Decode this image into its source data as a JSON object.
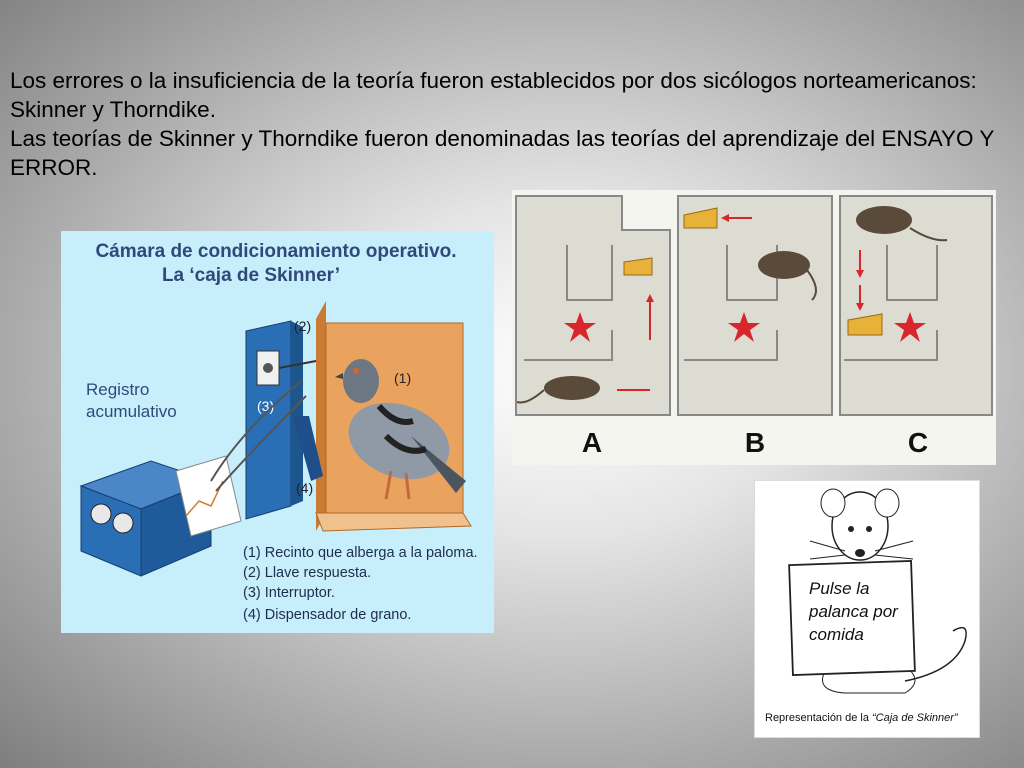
{
  "slide": {
    "paragraphs": [
      "Los errores o la insuficiencia de la teoría fueron establecidos por dos sicólogos norteamericanos: Skinner y Thorndike.",
      "Las teorías de Skinner y Thorndike fueron  denominadas las teorías del aprendizaje del ENSAYO Y ERROR."
    ]
  },
  "skinner_box": {
    "title_line1": "Cámara de condicionamiento operativo.",
    "title_line2": "La ‘caja de Skinner’",
    "registro_line1": "Registro",
    "registro_line2": "acumulativo",
    "markers": [
      "(1)",
      "(2)",
      "(3)",
      "(4)"
    ],
    "legend": [
      "(1) Recinto que alberga a la paloma.",
      "(2) Llave respuesta.",
      "(3) Interruptor.",
      "(4) Dispensador de grano."
    ],
    "colors": {
      "background": "#c7eefb",
      "chamber": "#e9a35f",
      "device": "#2a6fb5"
    }
  },
  "maze": {
    "panel_labels": [
      "A",
      "B",
      "C"
    ],
    "colors": {
      "wall": "#dcdcd2",
      "star": "#d9262c",
      "arrow": "#d9262c",
      "cheese": "#e8b23a"
    }
  },
  "rat_card": {
    "sign_line1": "Pulse la",
    "sign_line2": "palanca por",
    "sign_line3": "comida",
    "caption_prefix": "Representación de la ",
    "caption_title": "“Caja de Skinner”"
  }
}
